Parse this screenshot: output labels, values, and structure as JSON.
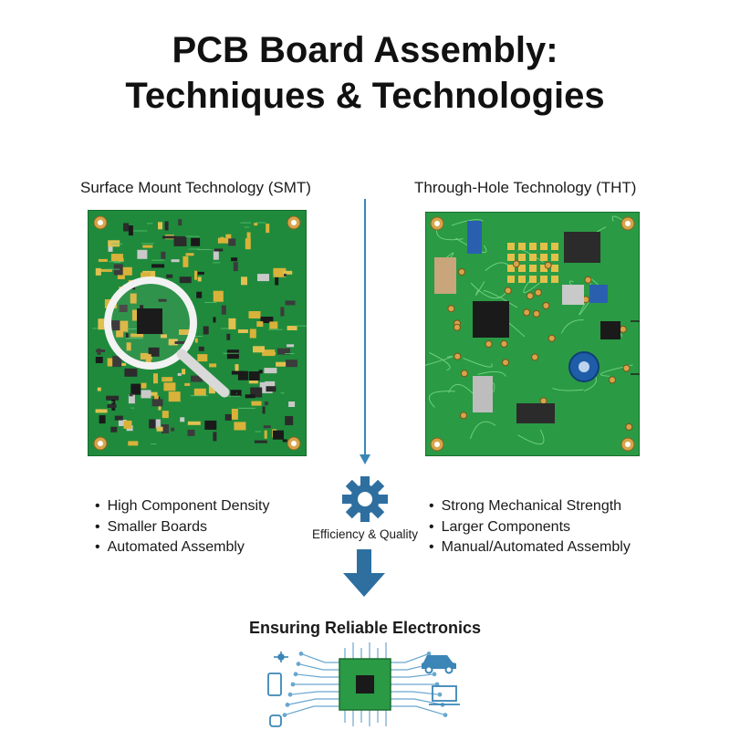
{
  "title": {
    "line1": "PCB Board Assembly:",
    "line2": "Techniques & Technologies"
  },
  "left": {
    "heading": "Surface Mount Technology (SMT)",
    "bullets": [
      "High Component Density",
      "Smaller Boards",
      "Automated Assembly"
    ]
  },
  "right": {
    "heading": "Through-Hole Technology (THT)",
    "bullets": [
      "Strong Mechanical Strength",
      "Larger Components",
      "Manual/Automated Assembly"
    ]
  },
  "center": {
    "label": "Efficiency & Quality",
    "icon": "gear-icon"
  },
  "bottom": {
    "heading": "Ensuring Reliable Electronics",
    "icons": [
      "drone-icon",
      "car-icon",
      "smartphone-icon",
      "laptop-icon",
      "smartwatch-icon",
      "microchip-icon"
    ]
  },
  "colors": {
    "pcb_green": "#1f8a3c",
    "accent_blue": "#2e6fa0",
    "line_blue": "#3b86b6",
    "pad_gold": "#c8a040"
  }
}
